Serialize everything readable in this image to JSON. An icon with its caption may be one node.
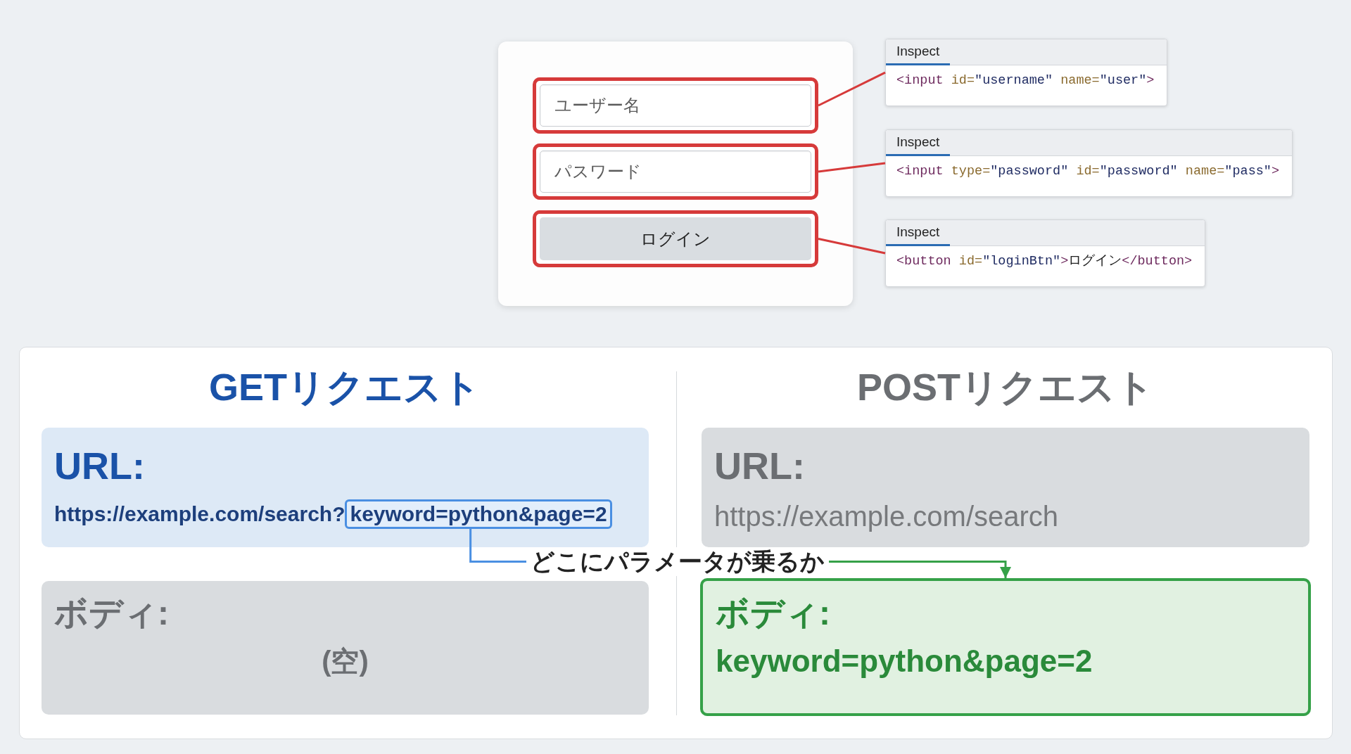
{
  "diagram": {
    "nodes": [
      {
        "text": [],
        "shape": "box"
      },
      {
        "text": [
          "ユーザー名"
        ],
        "in": 0
      },
      {
        "text": [
          "パスワード"
        ],
        "in": 0
      },
      {
        "text": [
          "ログイン"
        ],
        "in": 0
      },
      {
        "text": [
          "Inspect",
          "<input id=\"username\" name=\"user\">"
        ]
      },
      {
        "text": [
          "Inspect",
          "<input type=\"password\" id=\"password\" name=\"pass\">"
        ]
      },
      {
        "text": [
          "Inspect",
          "<button id=\"loginBtn\">ログイン</button>"
        ]
      },
      {
        "text": [
          "GETリクエスト",
          "POSTリクエスト"
        ]
      },
      {
        "text": [
          "URL:",
          "https://example.com/search?"
        ],
        "in": 7
      },
      {
        "text": [
          "keyword=python&page=2"
        ],
        "in": 8
      },
      {
        "text": [
          "どこにパラメータが乗るか"
        ],
        "in": 7
      },
      {
        "text": [
          "ボディ:",
          "(空)"
        ],
        "in": 7
      },
      {
        "text": [
          "URL:",
          "https://example.com/search"
        ],
        "in": 7
      },
      {
        "text": [
          "ボディ:",
          "keyword=python&page=2"
        ],
        "in": 7
      }
    ],
    "edges": [
      {
        "from": 1,
        "to": 4,
        "arrow": "none",
        "color": "#d63a3a"
      },
      {
        "from": 2,
        "to": 5,
        "arrow": "none",
        "color": "#d63a3a"
      },
      {
        "from": 3,
        "to": 6,
        "arrow": "none",
        "color": "#d63a3a"
      },
      {
        "from": 10,
        "to": 9,
        "arrow": "none",
        "color": "#4a8fe2"
      },
      {
        "from": 10,
        "to": 13,
        "arrow": "to",
        "color": "#35a148"
      }
    ]
  }
}
